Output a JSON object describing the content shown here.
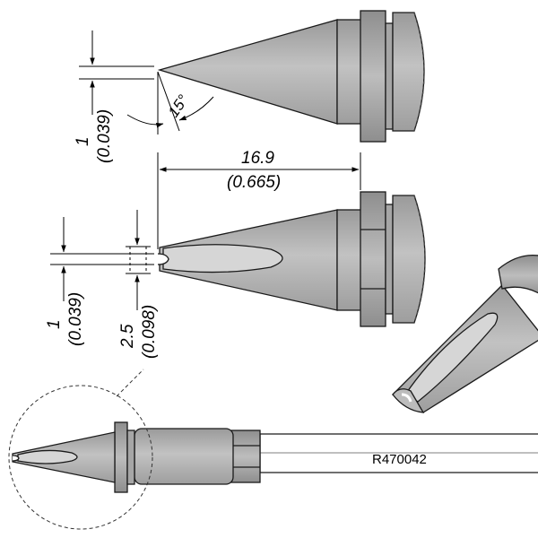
{
  "dimensions": {
    "top_thickness": {
      "value": "1",
      "inch": "(0.039)"
    },
    "angle": "15°",
    "length": {
      "value": "16.9",
      "inch": "(0.665)"
    },
    "mid_thickness": {
      "value": "1",
      "inch": "(0.039)"
    },
    "mid_width": {
      "value": "2.5",
      "inch": "(0.098)"
    }
  },
  "part_number": "R470042",
  "colors": {
    "tip_fill": "#b4b4b4",
    "tip_dark": "#8a8a8a",
    "outline": "#1a1a1a",
    "dimension_line": "#000000"
  }
}
